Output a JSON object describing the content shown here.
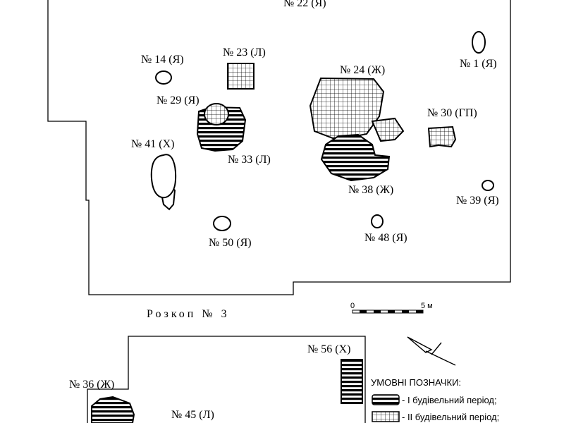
{
  "excavation": {
    "title": "Розкоп № 3"
  },
  "scale": {
    "zero": "0",
    "end": "5 м"
  },
  "features": {
    "f22": "№ 22 (Я)",
    "f14": "№ 14 (Я)",
    "f23": "№ 23 (Л)",
    "f24": "№ 24 (Ж)",
    "f1": "№ 1 (Я)",
    "f29": "№ 29 (Я)",
    "f30": "№ 30 (ГП)",
    "f41": "№ 41 (Х)",
    "f33": "№ 33 (Л)",
    "f38": "№ 38 (Ж)",
    "f39": "№ 39 (Я)",
    "f50": "№ 50 (Я)",
    "f48": "№ 48 (Я)",
    "f56": "№ 56 (Х)",
    "f36": "№ 36 (Ж)",
    "f45": "№ 45 (Л)"
  },
  "legend": {
    "heading": "УМОВНІ ПОЗНАЧКИ:",
    "period1": "- І будівельний період;",
    "period2": "- ІІ будівельний період;"
  }
}
